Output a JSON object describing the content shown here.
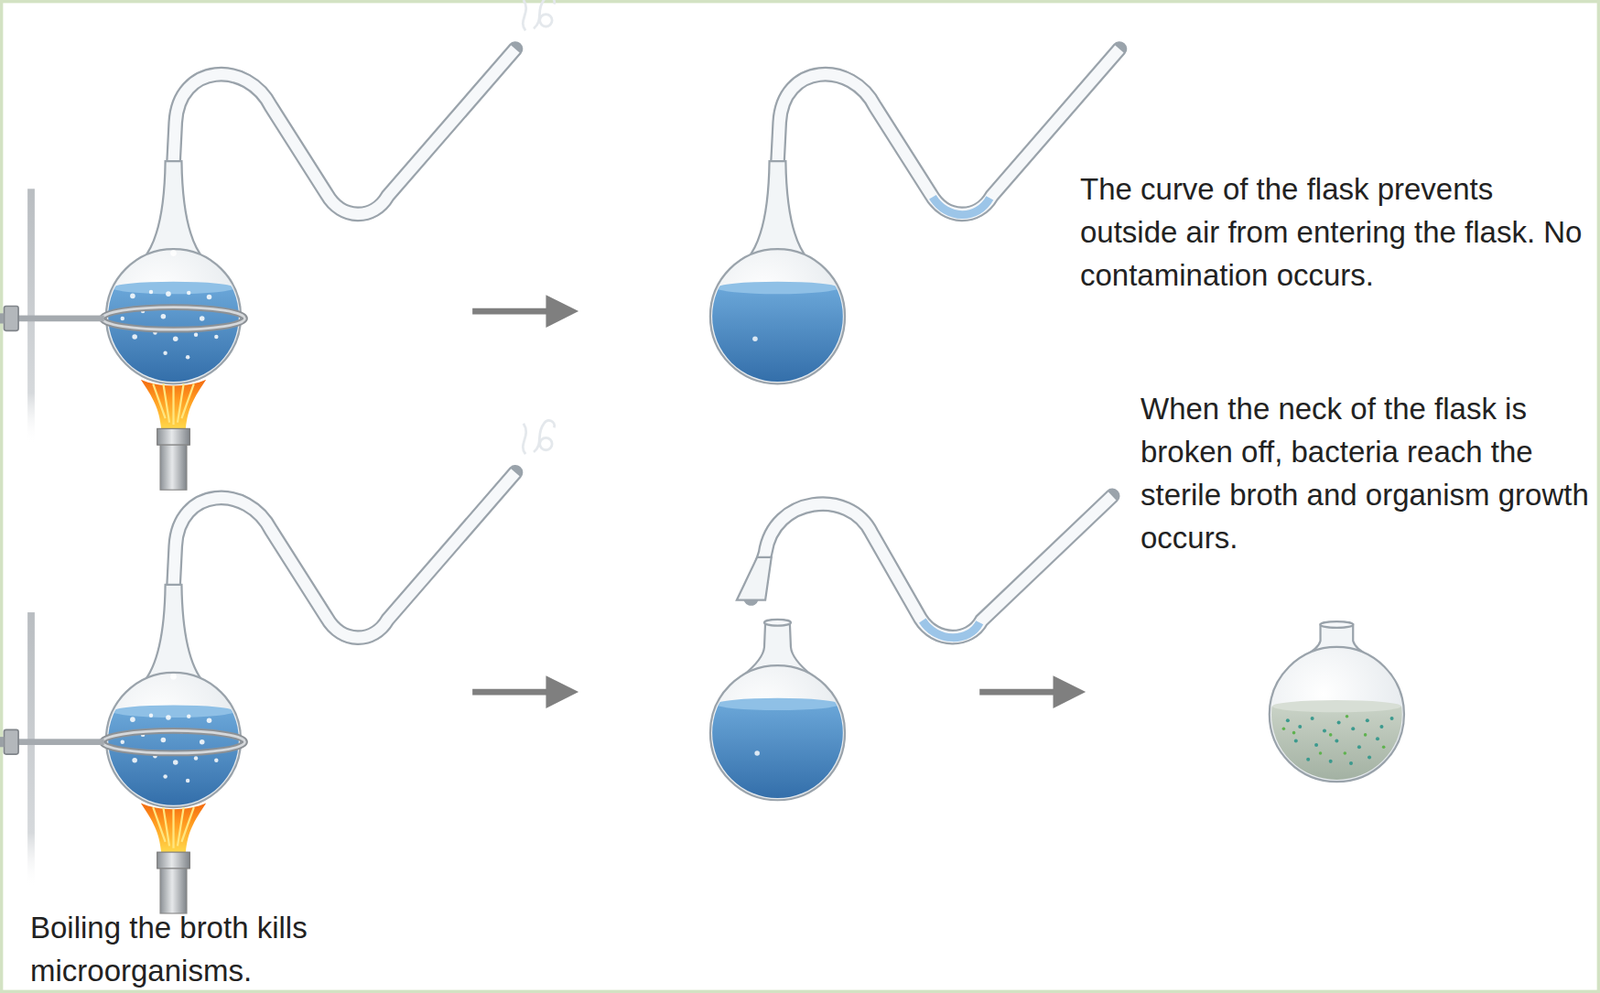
{
  "diagram": {
    "labels": [
      "The curve of the flask prevents outside air from entering the flask. No contamination occurs.",
      "When the neck of the flask is broken off, bacteria reach the sterile broth and organism growth occurs.",
      "Boiling the broth kills microorganisms."
    ]
  }
}
